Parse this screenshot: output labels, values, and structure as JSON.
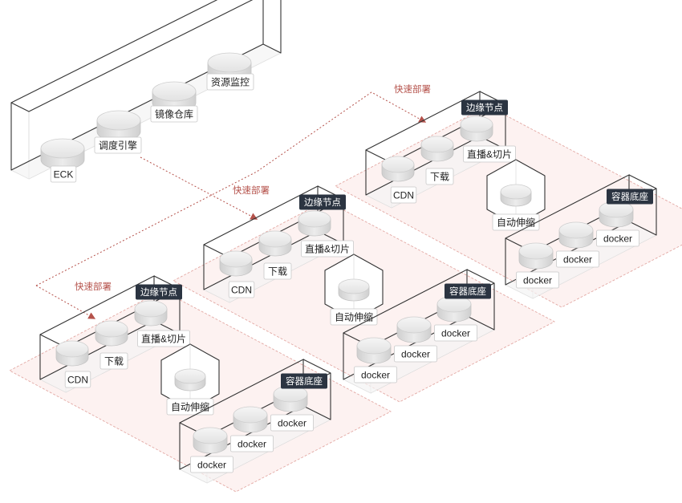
{
  "central": {
    "nodes": [
      "ECK",
      "调度引擎",
      "镜像仓库",
      "资源监控"
    ]
  },
  "deploy_label": "快速部署",
  "edge_title": "边缘节点",
  "container_title": "容器底座",
  "edge_nodes": [
    "CDN",
    "下载",
    "直播&切片"
  ],
  "autoscale_label": "自动伸缩",
  "container_nodes": [
    "docker",
    "docker",
    "docker"
  ],
  "colors": {
    "outline": "#333333",
    "inner_line": "#d5d5d5",
    "cylinder_top": "#e8e8e8",
    "cylinder_side": "#dcdcdc",
    "title_bg": "#2b3441",
    "deploy_red": "#b5524b",
    "pink_fill": "#fdf2f1",
    "pink_border": "#e3a9a4"
  }
}
